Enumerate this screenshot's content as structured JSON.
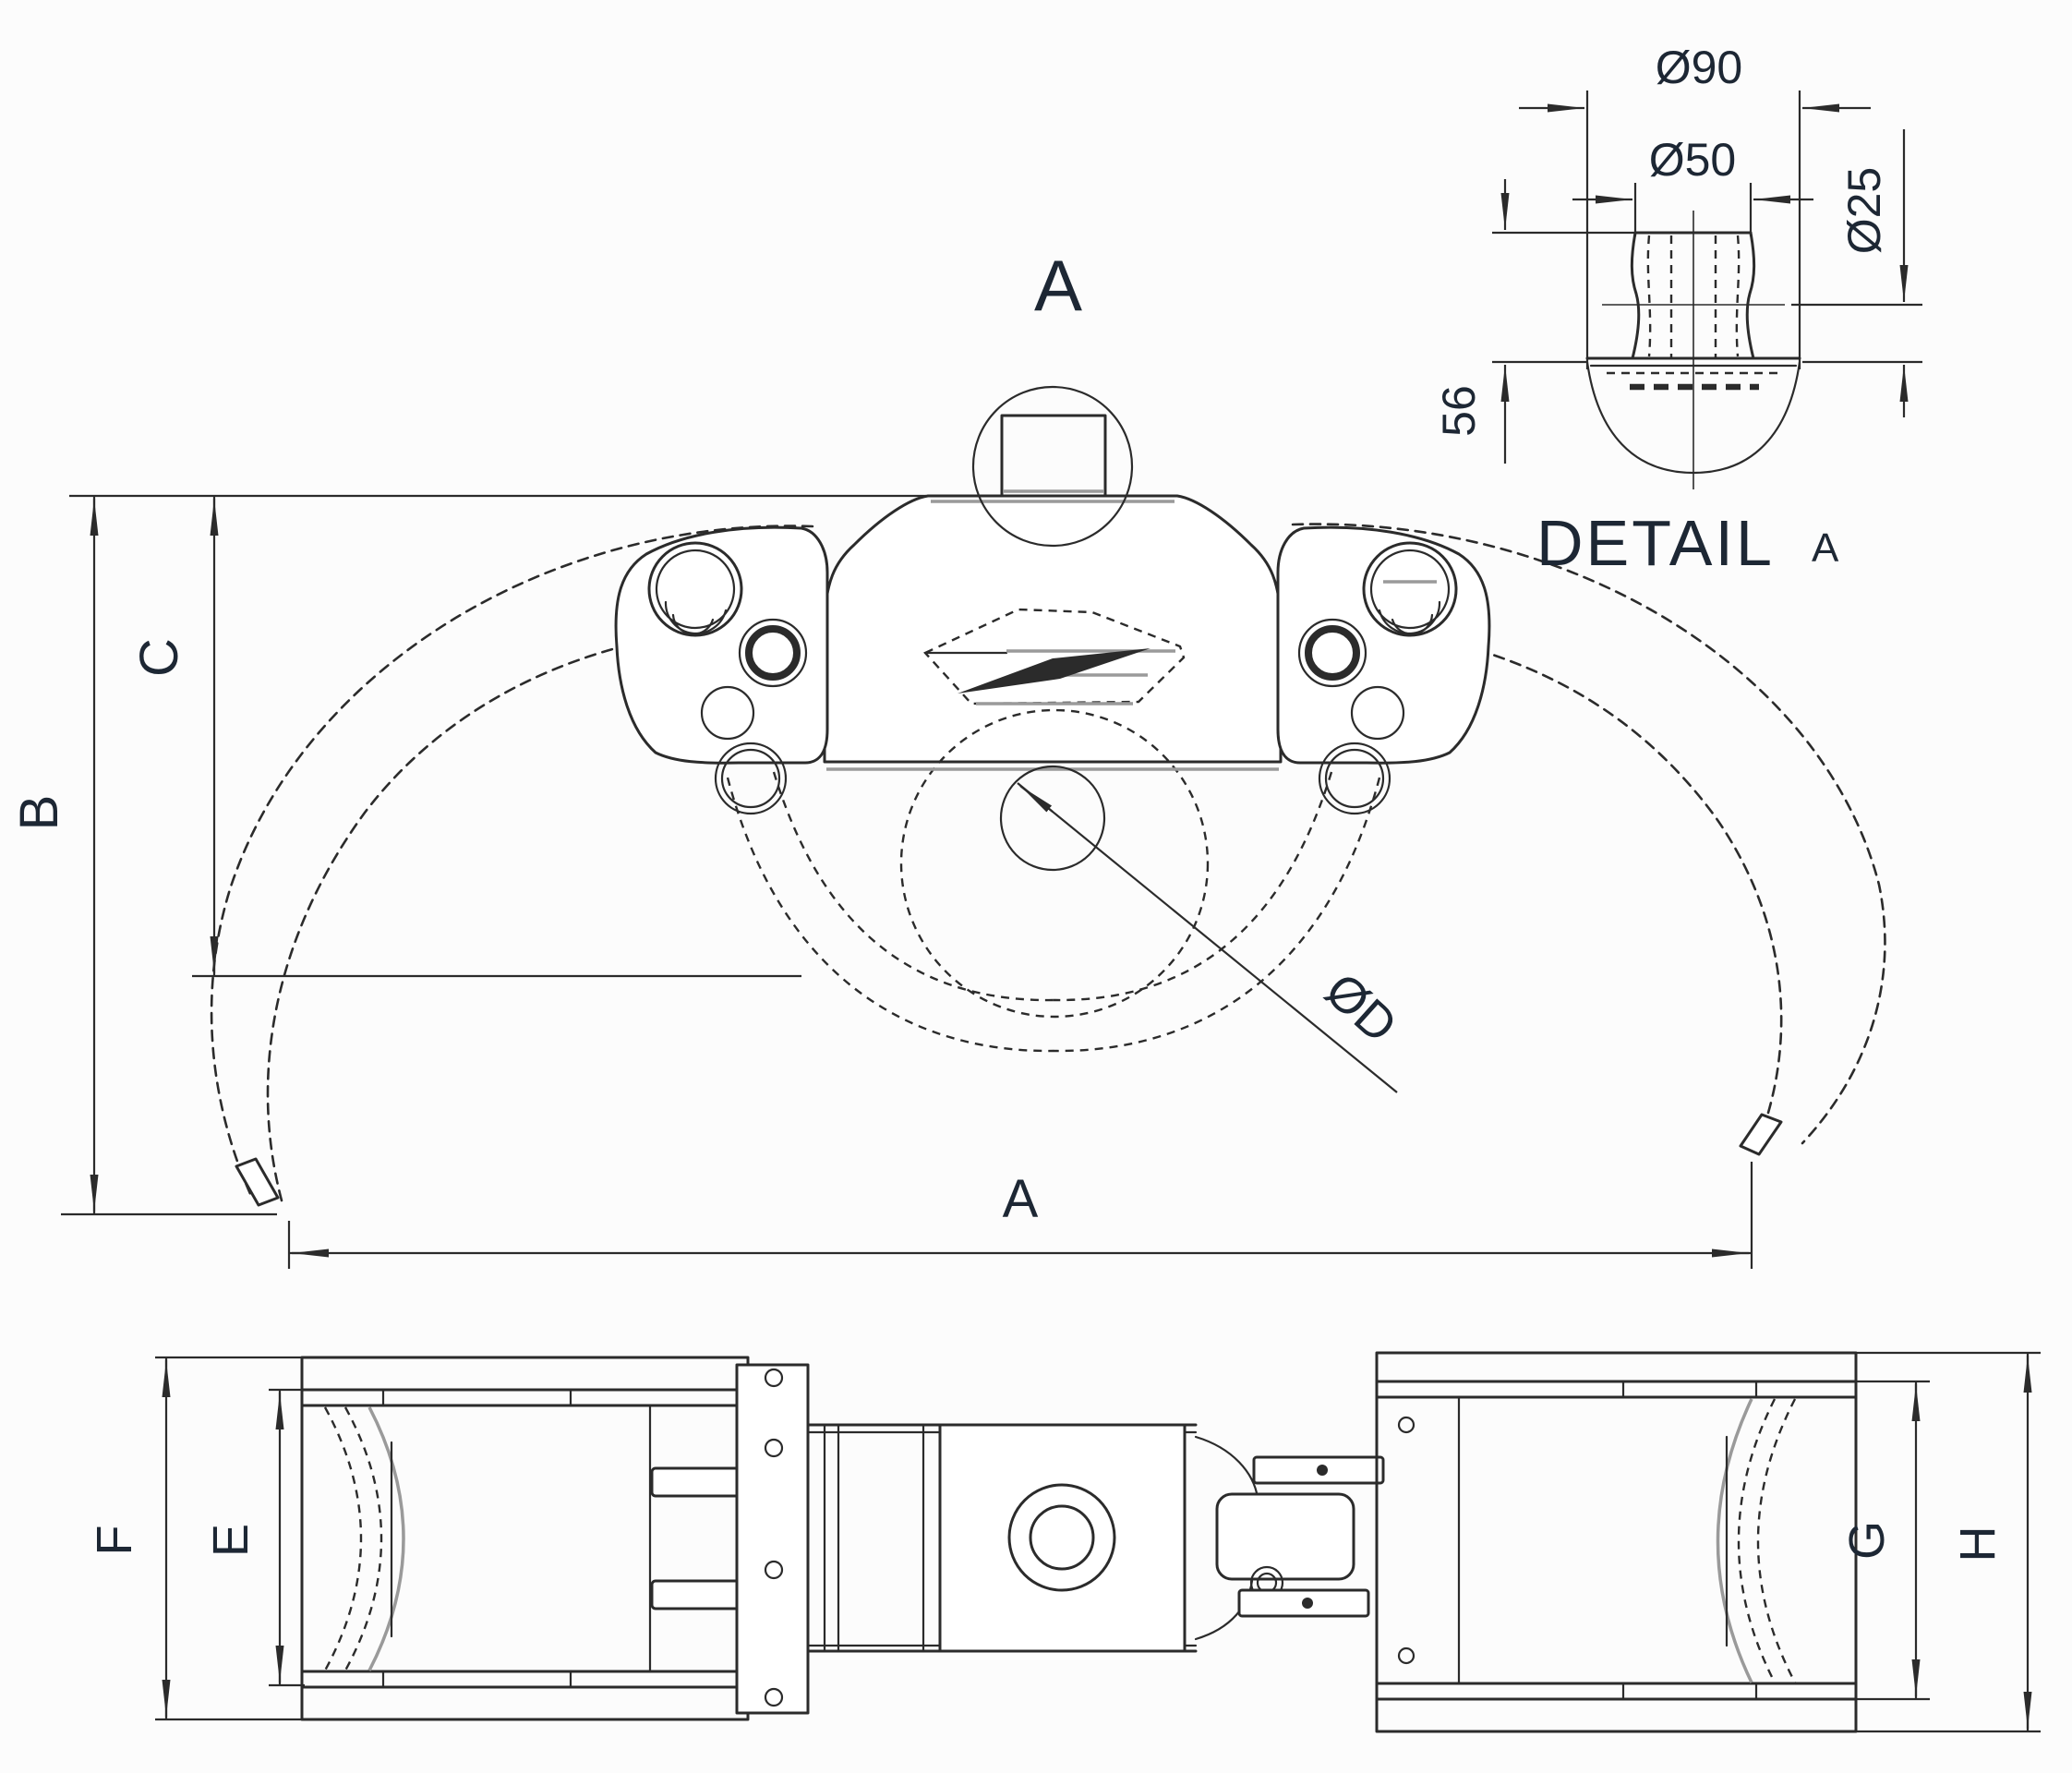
{
  "drawing": {
    "front_view": {
      "callout_label": "A",
      "dim_width": "A",
      "dim_height_outer": "B",
      "dim_height_inner": "C",
      "dim_grab_diameter": "ØD"
    },
    "detail_view": {
      "title": "DETAIL",
      "title_ref": "A",
      "dim_outer_diameter": "Ø90",
      "dim_mid_diameter": "Ø50",
      "dim_bore_diameter": "Ø25",
      "dim_height": "56"
    },
    "bottom_view": {
      "dim_inner_left": "E",
      "dim_outer_left": "F",
      "dim_inner_right": "G",
      "dim_outer_right": "H"
    },
    "colors": {
      "line": "#2b2b2b",
      "text": "#1d2734",
      "gray": "#9a9a9a",
      "background": "#fcfcfc"
    }
  }
}
